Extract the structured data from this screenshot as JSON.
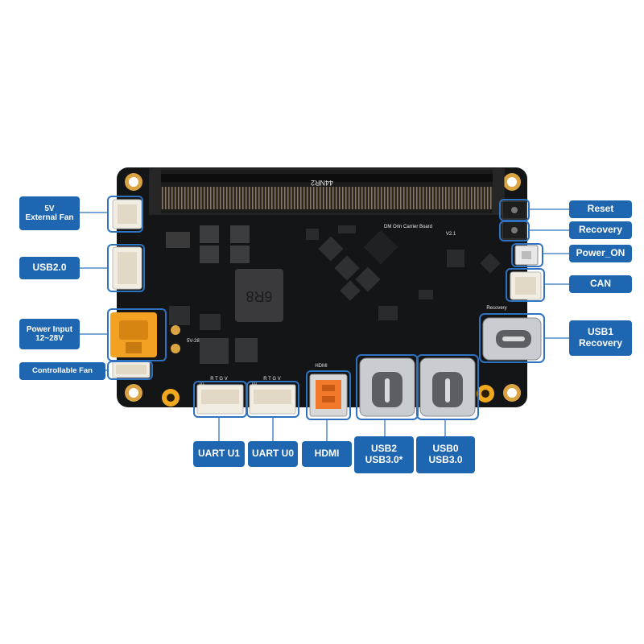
{
  "board": {
    "silkscreen": {
      "title": "DM  Orin  Carrier Board",
      "version": "V2.1",
      "inductor_marking": "6R8",
      "connector_marking": "44NR2",
      "voltage_marking": "5V-28V",
      "recovery_marking": "Recovery",
      "hdmi_marking": "HDMI",
      "uart_pins_1": "R T G V",
      "uart_pins_2": "R T G V",
      "uart1_marking": "U1",
      "uart0_marking": "U0"
    }
  },
  "labels": {
    "ext_fan": [
      "5V",
      "External Fan"
    ],
    "usb20": [
      "USB2.0"
    ],
    "power_input": [
      "Power Input",
      "12~28V"
    ],
    "ctrl_fan": [
      "Controllable Fan"
    ],
    "reset": [
      "Reset"
    ],
    "recovery": [
      "Recovery"
    ],
    "power_on": [
      "Power_ON"
    ],
    "can": [
      "CAN"
    ],
    "usb1_recovery": [
      "USB1",
      "Recovery"
    ],
    "uart_u1": [
      "UART U1"
    ],
    "uart_u0": [
      "UART U0"
    ],
    "hdmi": [
      "HDMI"
    ],
    "usb2_usb30": [
      "USB2",
      "USB3.0*"
    ],
    "usb0_usb30": [
      "USB0",
      "USB3.0"
    ]
  },
  "colors": {
    "label_bg": "#1f66b1",
    "leader": "#2f73c0",
    "pcb": "#141516",
    "gold": "#d9a441",
    "power_connector": "#f2a123",
    "hdmi_latch": "#f07a2a"
  }
}
